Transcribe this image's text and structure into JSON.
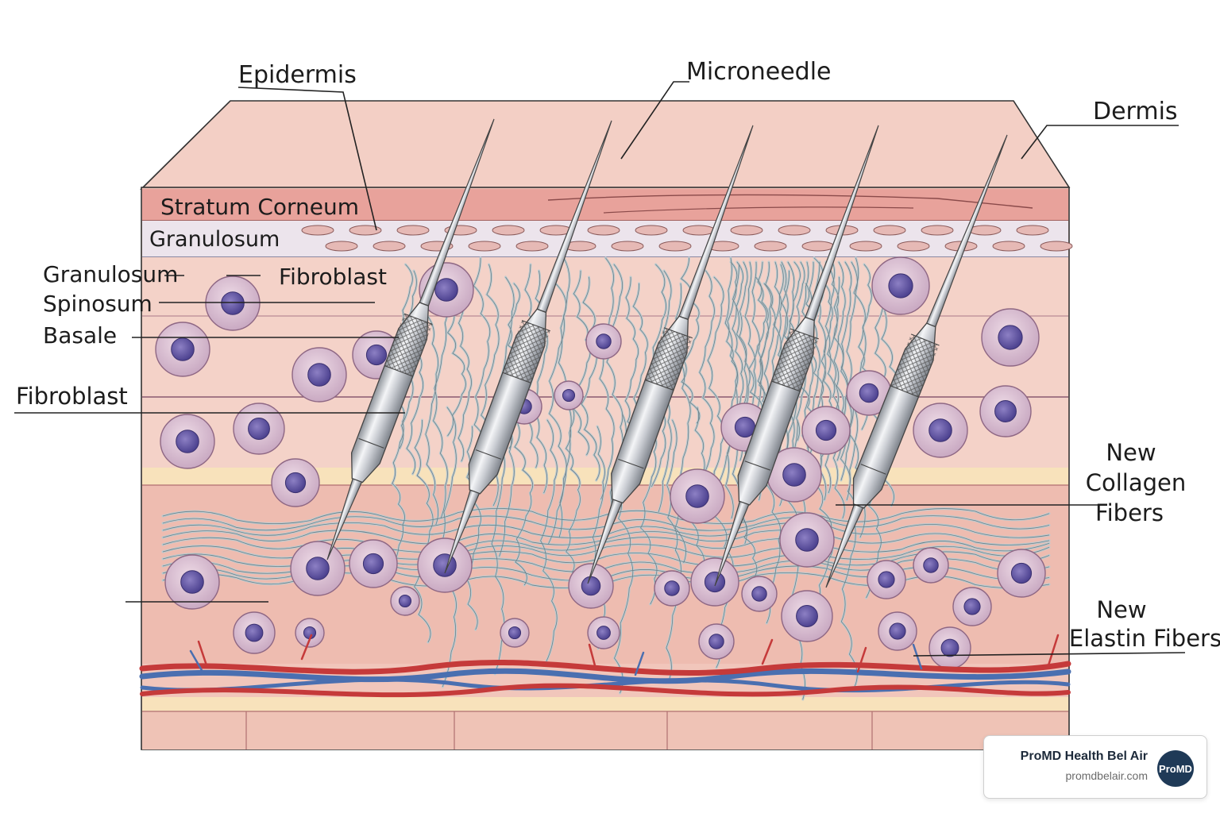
{
  "labels": {
    "epidermis": "Epidermis",
    "microneedle": "Microneedle",
    "dermis": "Dermis",
    "stratum_corneum": "Stratum Corneum",
    "granulosum_layer": "Granulosum",
    "granulosum_side": "Granulosum",
    "fibroblast_top": "Fibroblast",
    "spinosum": "Spinosum",
    "basale": "Basale",
    "fibroblast_left": "Fibroblast",
    "new_collagen": [
      "New",
      "Collagen",
      "Fibers"
    ],
    "new_elastin": [
      "New",
      "Elastin Fibers"
    ]
  },
  "badge": {
    "name": "ProMD Health Bel Air",
    "url": "promdbelair.com",
    "logo_text": "ProMD"
  },
  "colors": {
    "skin_top": "#f3c9bf",
    "stratum_corneum": "#e9a49d",
    "granulosum": "#ece6ee",
    "dermis": "#f2c2b6",
    "cell": "#d9bfd1",
    "nucleus": "#6a5ba6",
    "collagen": "#c5d4d8",
    "artery": "#c53a3a",
    "vein": "#4a6fb0",
    "needle": "#c9ccd2"
  }
}
